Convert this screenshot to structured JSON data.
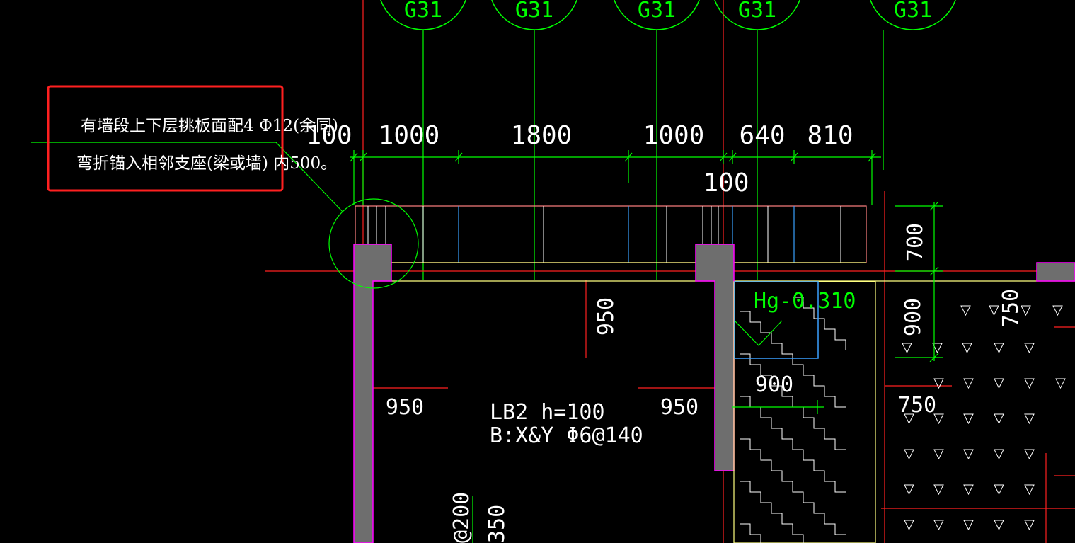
{
  "annotation": {
    "line1": "有墙段上下层挑板面配4 Φ12(余同)",
    "line2": "弯折锚入相邻支座(梁或墙) 内500。",
    "frame_color": "#ff2020"
  },
  "axis_bubbles": [
    "G31",
    "G31",
    "G31",
    "G31",
    "G31"
  ],
  "dimensions_top": [
    "100",
    "1000",
    "1800",
    "1000",
    "640",
    "810"
  ],
  "dim_under": "100",
  "dims_vertical": [
    "700",
    "950",
    "900",
    "750"
  ],
  "dims_horizontal": [
    "950",
    "950",
    "900",
    "750"
  ],
  "slab": {
    "name": "LB2 h=100",
    "rebar": "B:X&Y Φ6@140"
  },
  "elevation_label": "Hg-0.310",
  "partial_text": [
    "@200",
    "350"
  ],
  "colors": {
    "background": "#000000",
    "axis_line": "#00ff00",
    "wall_fill": "#6e6e6e",
    "wall_edge": "#ff00ff",
    "beam_line": "#ffff80",
    "red_line": "#ff2020",
    "blue_line": "#3aa0ff"
  }
}
